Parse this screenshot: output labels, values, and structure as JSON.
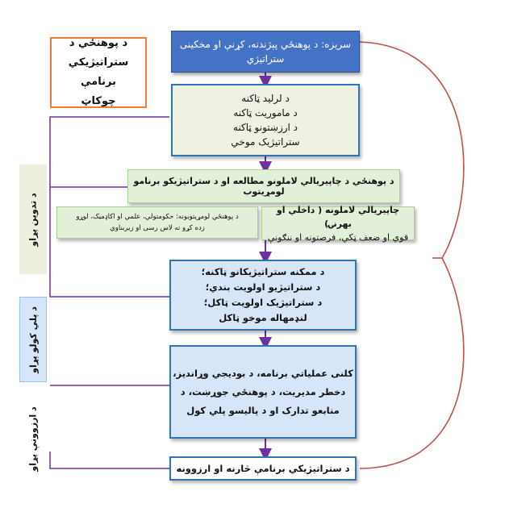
{
  "framework": {
    "lines": [
      "د پوهنځي د",
      "ستراتيژيکي برنامې",
      "چوکاټ"
    ]
  },
  "title": {
    "lines": [
      "سريزه: د پوهنځي پېژندنه، کړنې او مخکينی",
      "ستراتيژي"
    ]
  },
  "vision": {
    "lines": [
      "د لرليد ټاکنه",
      "د ماموريت ټاکنه",
      "د ارزښتونو ټاکنه",
      "ستراتيژيک موخي"
    ]
  },
  "research": {
    "text": "د پوهنځي د چاپيريالي لاملونو مطالعه او د ستراتيژيکو برنامو لومړيتوب"
  },
  "academic": {
    "lines": [
      "د پوهنځي لومړيتوبونه: حکومتولي، علمي او اکاډميک، لوړو",
      "زده کړو ته لاس رسی او زيربناوي"
    ]
  },
  "swot": {
    "lines": [
      "چاپيريالي لاملونه ( داخلي او بهرنۍ)",
      "قوي او ضعف ټکي، فرصتونه او ننګونې"
    ]
  },
  "goals": {
    "lines": [
      "د ممکنه ستراتيژيکانو ټاکنه؛",
      "د ستراتيژيو اولويت بندي؛",
      "د ستراتيژيک اولويت ټاکل؛",
      "لنډمهاله موخو ټاکل"
    ]
  },
  "execution": {
    "lines": [
      "کلنی عملياتي برنامه، د بوديجي وړانديز،",
      "دخطر مديريت، د پوهنځي جوړښت، د",
      "منابعو تدارک او د پاليسو پلي کول"
    ]
  },
  "evaluation": {
    "text": "د ستراتيژيکي برنامې څارنه او ارزوونه"
  },
  "phases": {
    "p1": "د تدوين پړاو",
    "p2": "د پلي کولو پړاو",
    "p3": "د ارزوونې پړاو"
  },
  "colors": {
    "connector": "#7030a0",
    "feedback": "#c0504d",
    "header": "#4472c4",
    "framework_border": "#ed7d31"
  }
}
